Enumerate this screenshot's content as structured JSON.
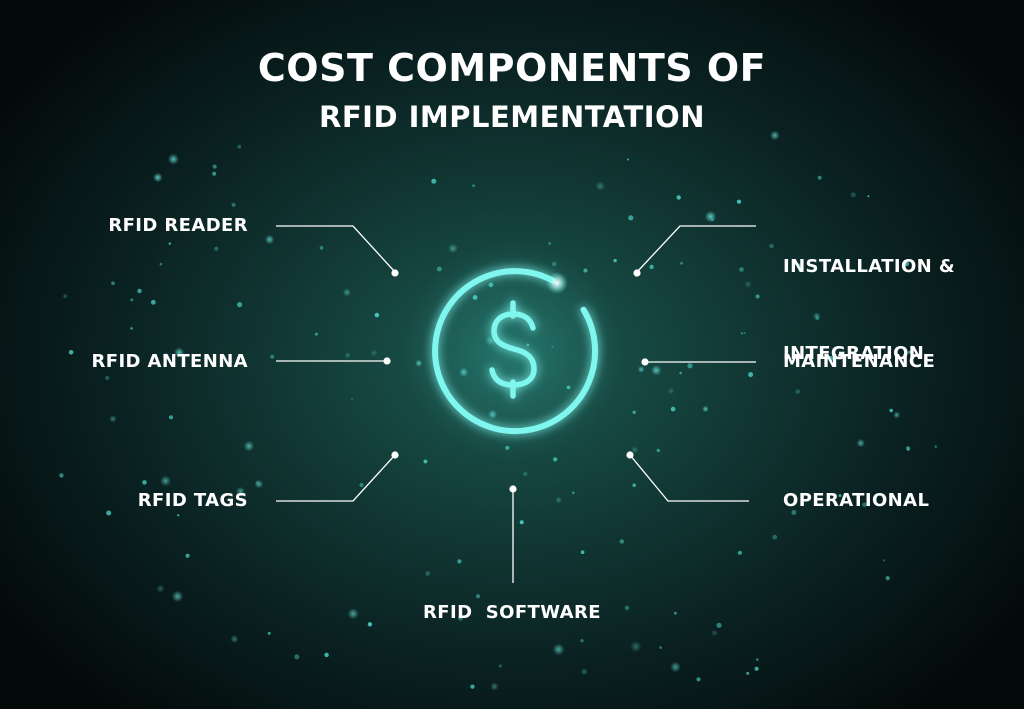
{
  "title": {
    "line1": "COST COMPONENTS OF",
    "line2": "RFID IMPLEMENTATION"
  },
  "center_icon": {
    "icon": "dollar-sign-icon",
    "glow_color": "#5ff2e6"
  },
  "components": {
    "left": {
      "reader": "RFID READER",
      "antenna": "RFID ANTENNA",
      "tags": "RFID TAGS"
    },
    "bottom": {
      "software": "RFID  SOFTWARE"
    },
    "right": {
      "installation_line1": "INSTALLATION &",
      "installation_line2": "INTEGRATION",
      "maintenance": "MAINTENANCE",
      "operational": "OPERATIONAL"
    }
  },
  "colors": {
    "text": "#ffffff",
    "connector": "#ffffff",
    "accent": "#5ff2e6",
    "background_center": "#1d5a52",
    "background_edge": "#040909"
  }
}
